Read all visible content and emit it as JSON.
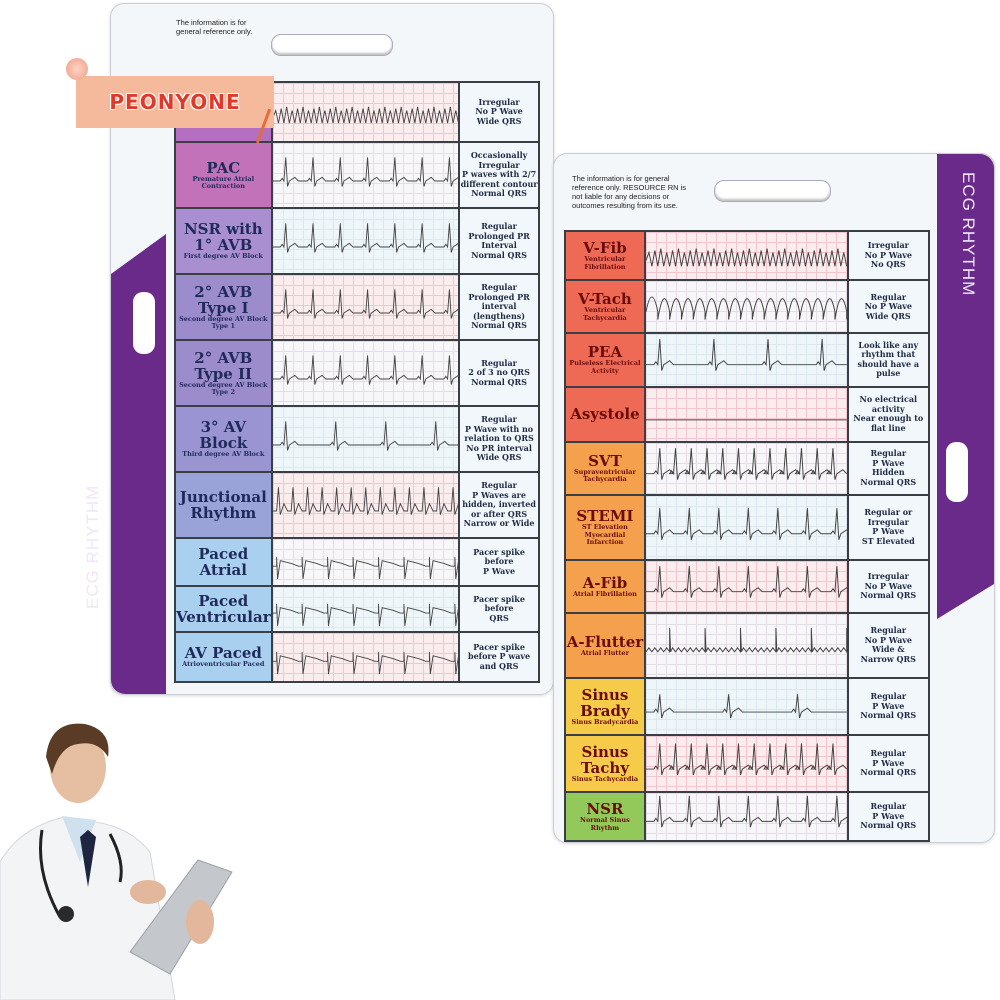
{
  "brand": {
    "name": "PEONYONE"
  },
  "left_card": {
    "disclaimer": "The information is for general reference only.",
    "side_label": "ECG RHYTHM",
    "rows": [
      {
        "title": "",
        "subtitle": "",
        "desc": "Irregular\nNo P Wave\nWide QRS",
        "color": "#b46fc0"
      },
      {
        "title": "PAC",
        "subtitle": "Premature Atrial Contraction",
        "desc": "Occasionally Irregular\nP waves with 2/7 different contour\nNormal QRS",
        "color": "#c272b8"
      },
      {
        "title": "NSR with 1° AVB",
        "subtitle": "First degree AV Block",
        "desc": "Regular\nProlonged PR Interval\nNormal QRS",
        "color": "#a98fcf"
      },
      {
        "title": "2° AVB Type I",
        "subtitle": "Second degree AV Block Type 1",
        "desc": "Regular\nProlonged PR interval (lengthens)\nNormal QRS",
        "color": "#9c8ccc"
      },
      {
        "title": "2° AVB Type II",
        "subtitle": "Second degree AV Block Type 2",
        "desc": "Regular\n2 of 3 no QRS\nNormal QRS",
        "color": "#9c8ccc"
      },
      {
        "title": "3° AV Block",
        "subtitle": "Third degree AV Block",
        "desc": "Regular\nP Wave with no relation to QRS\nNo PR interval\nWide QRS",
        "color": "#9a95d2"
      },
      {
        "title": "Junctional Rhythm",
        "subtitle": "",
        "desc": "Regular\nP Waves are hidden, inverted or after QRS\nNarrow or Wide",
        "color": "#9aa3d8"
      },
      {
        "title": "Paced Atrial",
        "subtitle": "",
        "desc": "Pacer spike before\nP Wave",
        "color": "#a9d0ee"
      },
      {
        "title": "Paced Ventricular",
        "subtitle": "",
        "desc": "Pacer spike before\nQRS",
        "color": "#a9d0ee"
      },
      {
        "title": "AV Paced",
        "subtitle": "Atrioventricular Paced",
        "desc": "Pacer spike before P wave and QRS",
        "color": "#a9d0ee"
      }
    ]
  },
  "right_card": {
    "disclaimer": "The information is for general reference only. RESOURCE RN is not liable for any decisions or outcomes resulting from its use.",
    "side_label": "ECG RHYTHM",
    "rows": [
      {
        "title": "V-Fib",
        "subtitle": "Ventricular Fibrillation",
        "desc": "Irregular\nNo P Wave\nNo QRS",
        "color": "#ee6a55"
      },
      {
        "title": "V-Tach",
        "subtitle": "Ventricular Tachycardia",
        "desc": "Regular\nNo P Wave\nWide QRS",
        "color": "#ee6a55"
      },
      {
        "title": "PEA",
        "subtitle": "Pulseless Electrical Activity",
        "desc": "Look like any rhythm that should have a pulse",
        "color": "#ee6a55"
      },
      {
        "title": "Asystole",
        "subtitle": "",
        "desc": "No electrical activity\nNear enough to flat line",
        "color": "#ee6a55"
      },
      {
        "title": "SVT",
        "subtitle": "Supraventricular Tachycardia",
        "desc": "Regular\nP Wave\nHidden\nNormal QRS",
        "color": "#f4a04c"
      },
      {
        "title": "STEMI",
        "subtitle": "ST Elevation Myocardial Infarction",
        "desc": "Regular or Irregular\nP Wave\nST Elevated",
        "color": "#f4a04c"
      },
      {
        "title": "A-Fib",
        "subtitle": "Atrial Fibrillation",
        "desc": "Irregular\nNo P Wave\nNormal QRS",
        "color": "#f4a04c"
      },
      {
        "title": "A-Flutter",
        "subtitle": "Atrial Flutter",
        "desc": "Regular\nNo P Wave\nWide &\nNarrow QRS",
        "color": "#f4a04c"
      },
      {
        "title": "Sinus Brady",
        "subtitle": "Sinus Bradycardia",
        "desc": "Regular\nP Wave\nNormal QRS",
        "color": "#f7cb4a"
      },
      {
        "title": "Sinus Tachy",
        "subtitle": "Sinus Tachycardia",
        "desc": "Regular\nP Wave\nNormal QRS",
        "color": "#f7cb4a"
      },
      {
        "title": "NSR",
        "subtitle": "Normal Sinus Rhythm",
        "desc": "Regular\nP Wave\nNormal QRS",
        "color": "#93c95a"
      }
    ]
  },
  "photo": {
    "subject": "doctor with clipboard and stethoscope"
  }
}
